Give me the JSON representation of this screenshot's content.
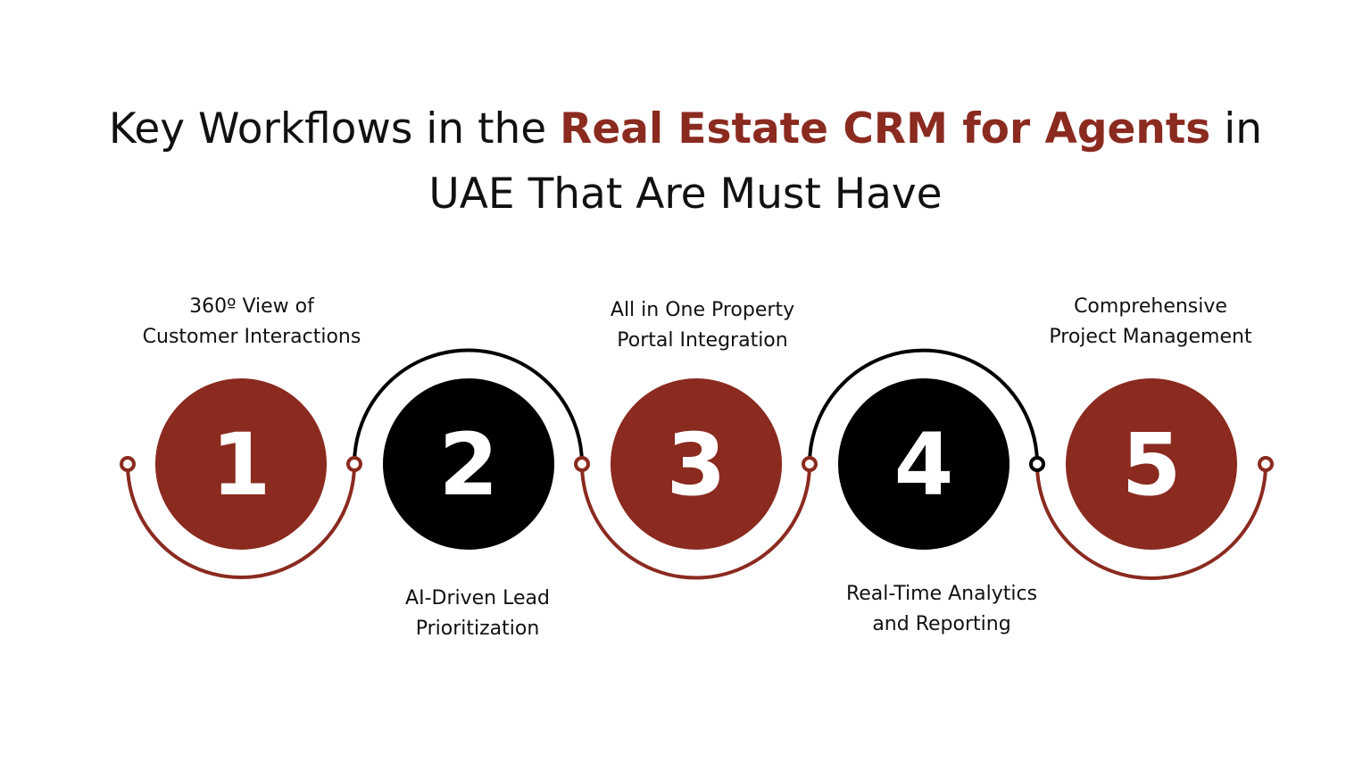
{
  "title": {
    "before": "Key Workflows in the ",
    "highlight": "Real Estate CRM for Agents",
    "after_line1": " in",
    "line2": "UAE That Are Must Have"
  },
  "colors": {
    "accent": "#8b2a1f",
    "dark": "#000000",
    "text": "#111111",
    "background": "#ffffff"
  },
  "steps": [
    {
      "number": "1",
      "color": "accent",
      "label_lines": [
        "360º View of",
        "Customer Interactions"
      ]
    },
    {
      "number": "2",
      "color": "dark",
      "label_lines": [
        "AI-Driven Lead",
        "Prioritization"
      ]
    },
    {
      "number": "3",
      "color": "accent",
      "label_lines": [
        "All in One Property",
        "Portal Integration"
      ]
    },
    {
      "number": "4",
      "color": "dark",
      "label_lines": [
        "Real-Time Analytics",
        "and Reporting"
      ]
    },
    {
      "number": "5",
      "color": "accent",
      "label_lines": [
        "Comprehensive",
        "Project Management"
      ]
    }
  ]
}
